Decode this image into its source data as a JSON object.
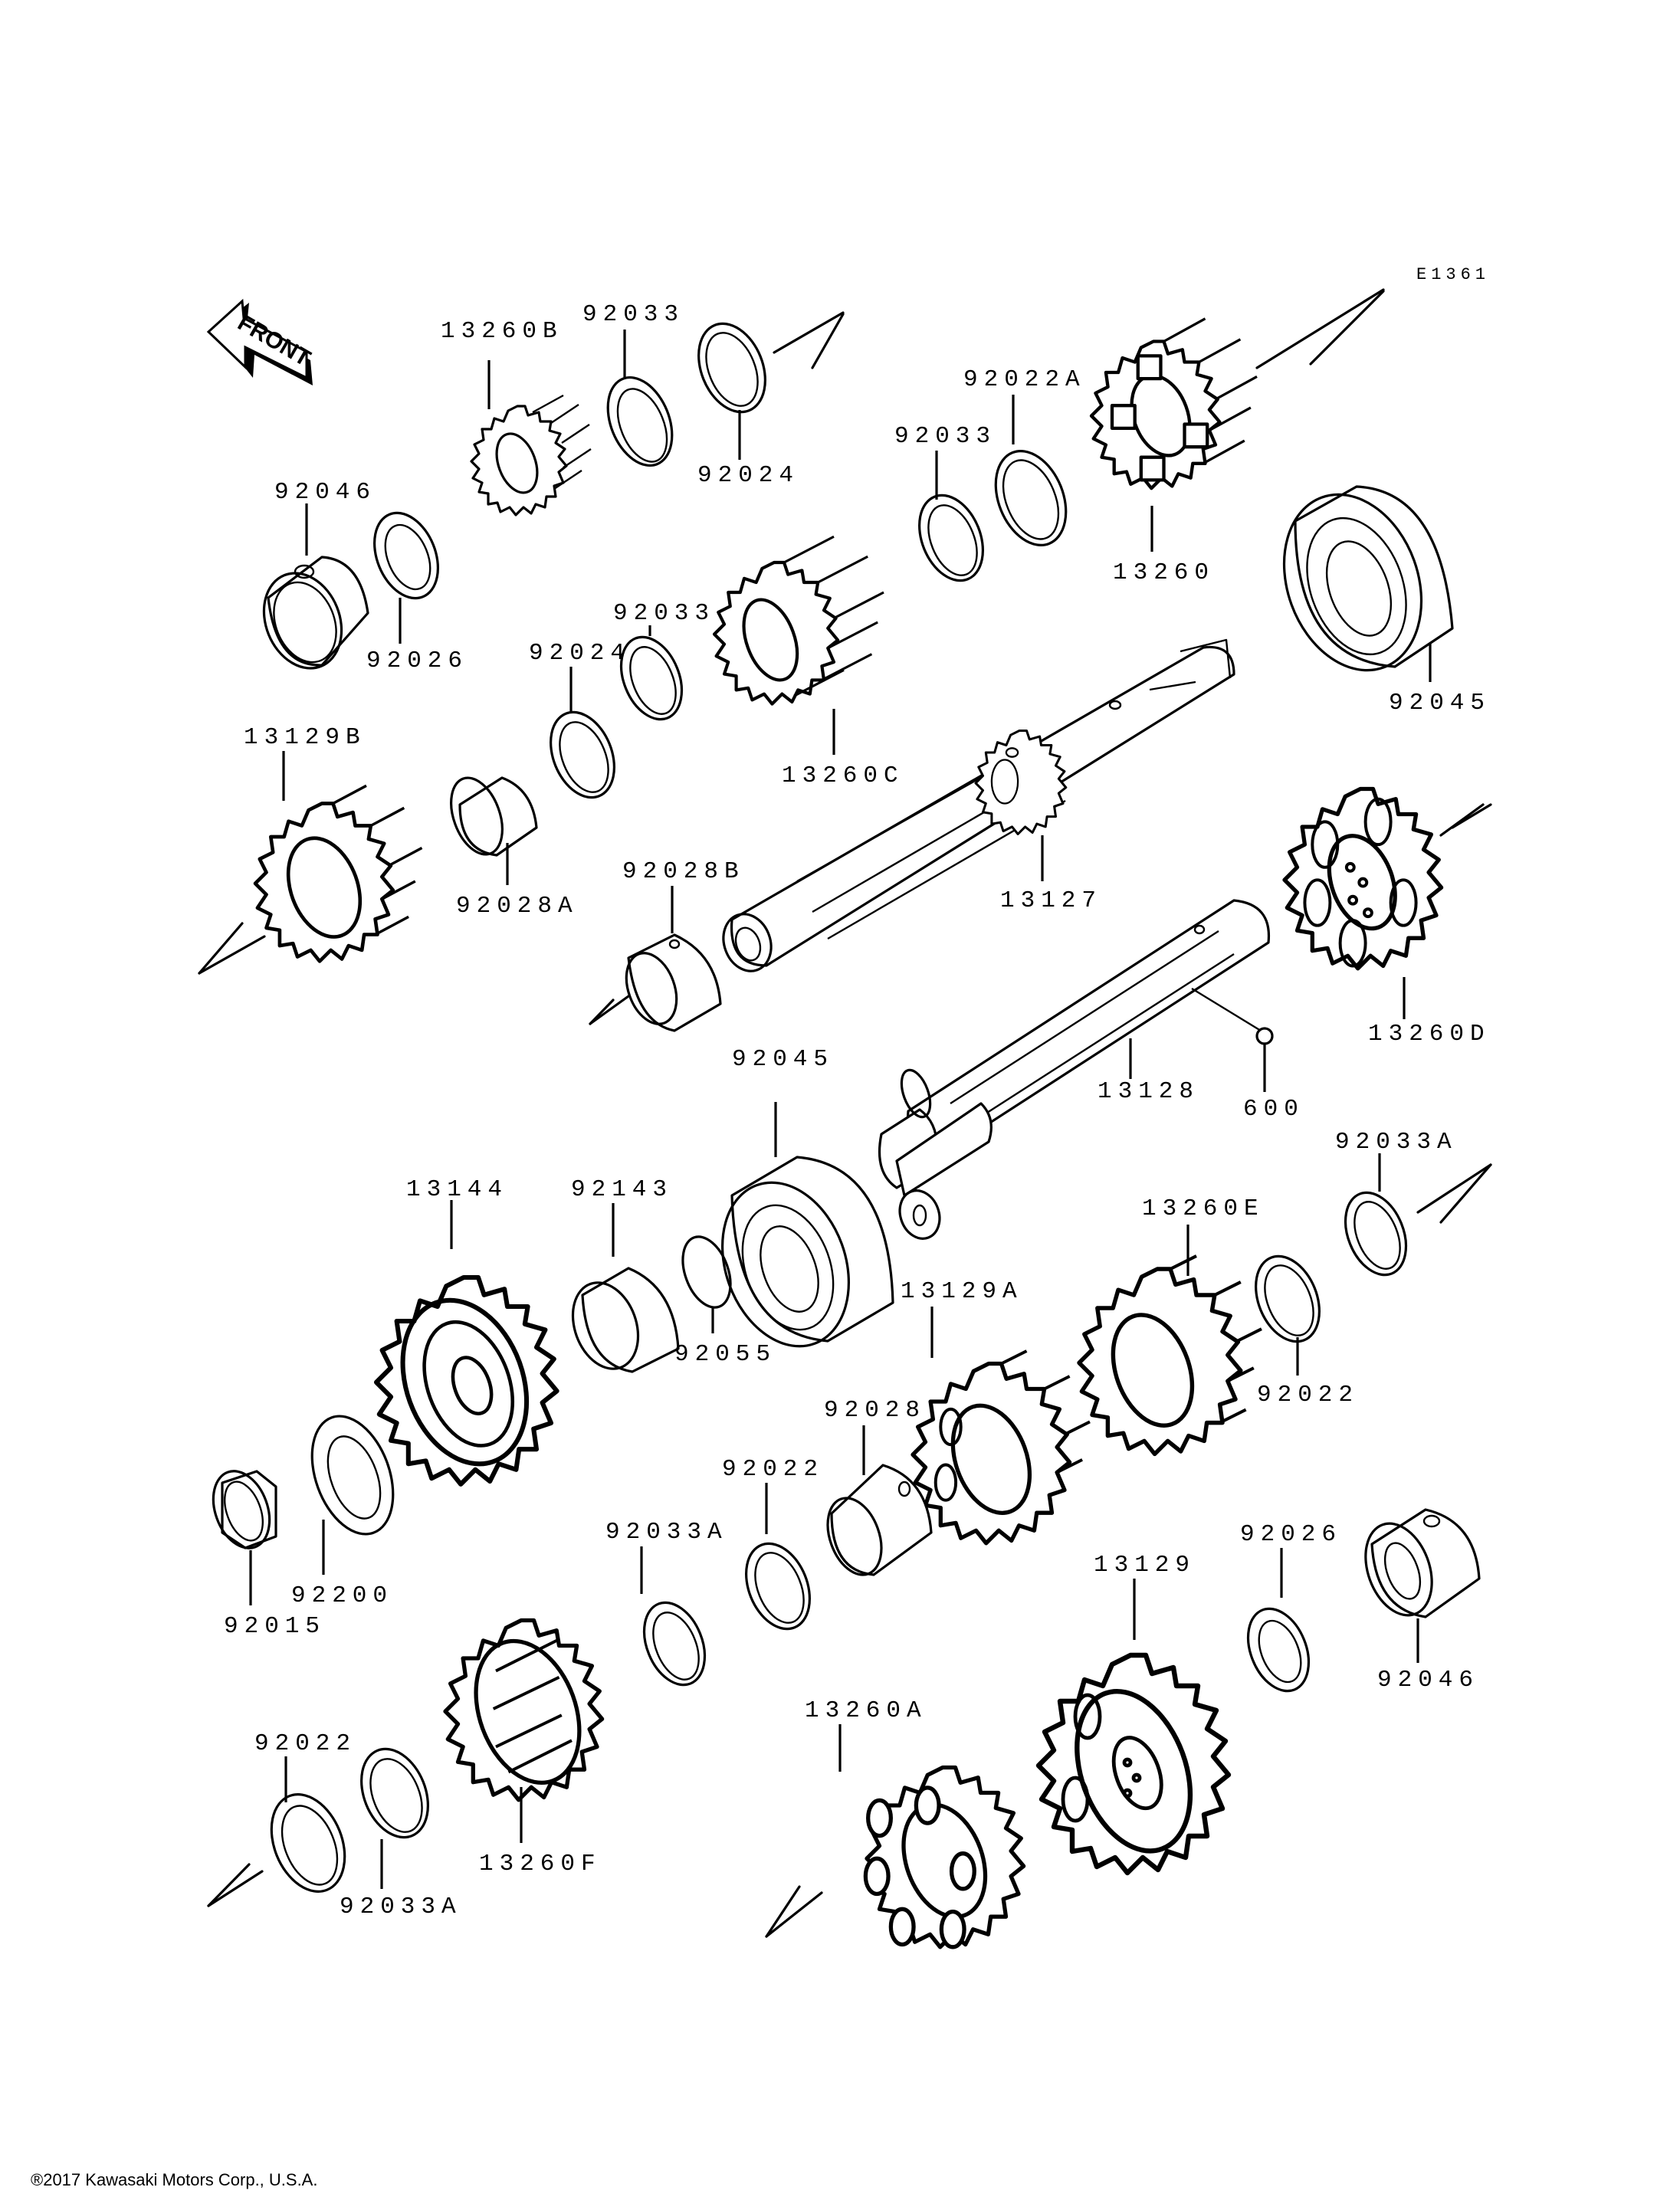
{
  "diagram": {
    "reference_code": "E1361",
    "front_indicator": "FRONT",
    "copyright": "®2017 Kawasaki Motors Corp., U.S.A.",
    "colors": {
      "line": "#000000",
      "background": "#ffffff"
    }
  },
  "parts": [
    {
      "id": "p13260B",
      "number": "13260B",
      "type": "gear"
    },
    {
      "id": "p92033_top",
      "number": "92033",
      "type": "circlip"
    },
    {
      "id": "p92024_top",
      "number": "92024",
      "type": "washer"
    },
    {
      "id": "p92046_top",
      "number": "92046",
      "type": "bushing"
    },
    {
      "id": "p92026_top",
      "number": "92026",
      "type": "washer"
    },
    {
      "id": "p92022A",
      "number": "92022A",
      "type": "washer"
    },
    {
      "id": "p92033_mid",
      "number": "92033",
      "type": "circlip"
    },
    {
      "id": "p13260",
      "number": "13260",
      "type": "gear"
    },
    {
      "id": "p92033_b",
      "number": "92033",
      "type": "circlip"
    },
    {
      "id": "p92024_b",
      "number": "92024",
      "type": "washer"
    },
    {
      "id": "p13260C",
      "number": "13260C",
      "type": "gear"
    },
    {
      "id": "p92045_top",
      "number": "92045",
      "type": "bearing"
    },
    {
      "id": "p13129B",
      "number": "13129B",
      "type": "gear"
    },
    {
      "id": "p92028A",
      "number": "92028A",
      "type": "bushing"
    },
    {
      "id": "p92028B",
      "number": "92028B",
      "type": "bushing"
    },
    {
      "id": "p13127",
      "number": "13127",
      "type": "shaft"
    },
    {
      "id": "p13260D",
      "number": "13260D",
      "type": "gear"
    },
    {
      "id": "p13128",
      "number": "13128",
      "type": "shaft"
    },
    {
      "id": "p600",
      "number": "600",
      "type": "ball"
    },
    {
      "id": "p92045_mid",
      "number": "92045",
      "type": "bearing"
    },
    {
      "id": "p92033A_r",
      "number": "92033A",
      "type": "circlip"
    },
    {
      "id": "p13144",
      "number": "13144",
      "type": "sprocket"
    },
    {
      "id": "p92143",
      "number": "92143",
      "type": "collar"
    },
    {
      "id": "p92055",
      "number": "92055",
      "type": "o-ring"
    },
    {
      "id": "p13260E",
      "number": "13260E",
      "type": "gear"
    },
    {
      "id": "p13129A",
      "number": "13129A",
      "type": "gear"
    },
    {
      "id": "p92022_r",
      "number": "92022",
      "type": "washer"
    },
    {
      "id": "p92028",
      "number": "92028",
      "type": "bushing"
    },
    {
      "id": "p92022_m",
      "number": "92022",
      "type": "washer"
    },
    {
      "id": "p92033A_m",
      "number": "92033A",
      "type": "circlip"
    },
    {
      "id": "p92200",
      "number": "92200",
      "type": "lock-washer"
    },
    {
      "id": "p92015",
      "number": "92015",
      "type": "nut"
    },
    {
      "id": "p13129",
      "number": "13129",
      "type": "gear"
    },
    {
      "id": "p92026_b",
      "number": "92026",
      "type": "washer"
    },
    {
      "id": "p92046_b",
      "number": "92046",
      "type": "bushing"
    },
    {
      "id": "p92022_l",
      "number": "92022",
      "type": "washer"
    },
    {
      "id": "p92033A_l",
      "number": "92033A",
      "type": "circlip"
    },
    {
      "id": "p13260F",
      "number": "13260F",
      "type": "gear"
    },
    {
      "id": "p13260A",
      "number": "13260A",
      "type": "gear"
    }
  ]
}
